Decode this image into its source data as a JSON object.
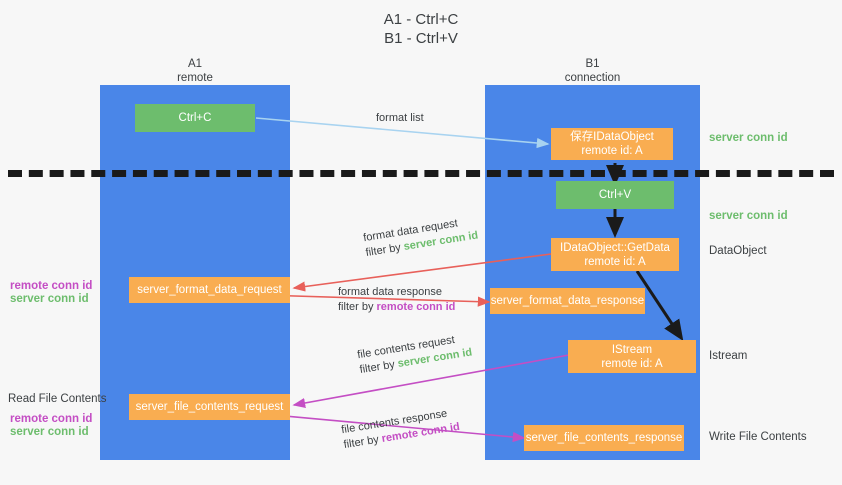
{
  "title": {
    "line1": "A1 - Ctrl+C",
    "line2": "B1 - Ctrl+V"
  },
  "lanes": [
    {
      "id": "a1",
      "name": "A1",
      "sub": "remote",
      "color": "#4a86e8"
    },
    {
      "id": "b1",
      "name": "B1",
      "sub": "connection",
      "color": "#4a86e8"
    }
  ],
  "nodes": {
    "ctrl_c": {
      "label": "Ctrl+C",
      "color": "#6dbd6d"
    },
    "ctrl_v": {
      "label": "Ctrl+V",
      "color": "#6dbd6d"
    },
    "idataobject": {
      "line1": "保存IDataObject",
      "line2": "remote id: A",
      "color": "#f9ad51"
    },
    "getdata": {
      "line1": "IDataObject::GetData",
      "line2": "remote id: A",
      "color": "#f9ad51"
    },
    "istream": {
      "line1": "IStream",
      "line2": "remote id: A",
      "color": "#f9ad51"
    },
    "server_format_data_request": {
      "label": "server_format_data_request",
      "color": "#f9ad51"
    },
    "server_format_data_response": {
      "label": "server_format_data_response",
      "color": "#f9ad51"
    },
    "server_file_contents_request": {
      "label": "server_file_contents_request",
      "color": "#f9ad51"
    },
    "server_file_contents_response": {
      "label": "server_file_contents_response",
      "color": "#f9ad51"
    }
  },
  "edges": {
    "format_list": {
      "label": "format list"
    },
    "format_data_request": {
      "line1": "format data request",
      "filter_prefix": "filter by ",
      "filter_target": "server conn id"
    },
    "format_data_response": {
      "line1": "format data response",
      "filter_prefix": "filter by ",
      "filter_target": "remote conn id"
    },
    "file_contents_request": {
      "line1": "file contents request",
      "filter_prefix": "filter by ",
      "filter_target": "server conn id"
    },
    "file_contents_response": {
      "line1": "file contents response",
      "filter_prefix": "filter by ",
      "filter_target": "remote conn id"
    }
  },
  "annotations": {
    "server_conn_id_top": "server conn id",
    "server_conn_id_mid": "server conn id",
    "dataobject": "DataObject",
    "istream": "Istream",
    "write_file_contents": "Write File Contents",
    "read_file_contents": "Read File Contents",
    "left_mid_remote": "remote conn id",
    "left_mid_server": "server conn id",
    "left_low_remote": "remote conn id",
    "left_low_server": "server conn id"
  },
  "colors": {
    "lane": "#4a86e8",
    "orange": "#f9ad51",
    "green_node": "#6dbd6d",
    "green_text": "#6dbd6d",
    "magenta_text": "#c44ec4",
    "arrow_red": "#e8605a",
    "arrow_magenta": "#c44ec4",
    "arrow_blue": "#a8d3f0",
    "arrow_black": "#1a1a1a",
    "background": "#f7f7f7"
  }
}
